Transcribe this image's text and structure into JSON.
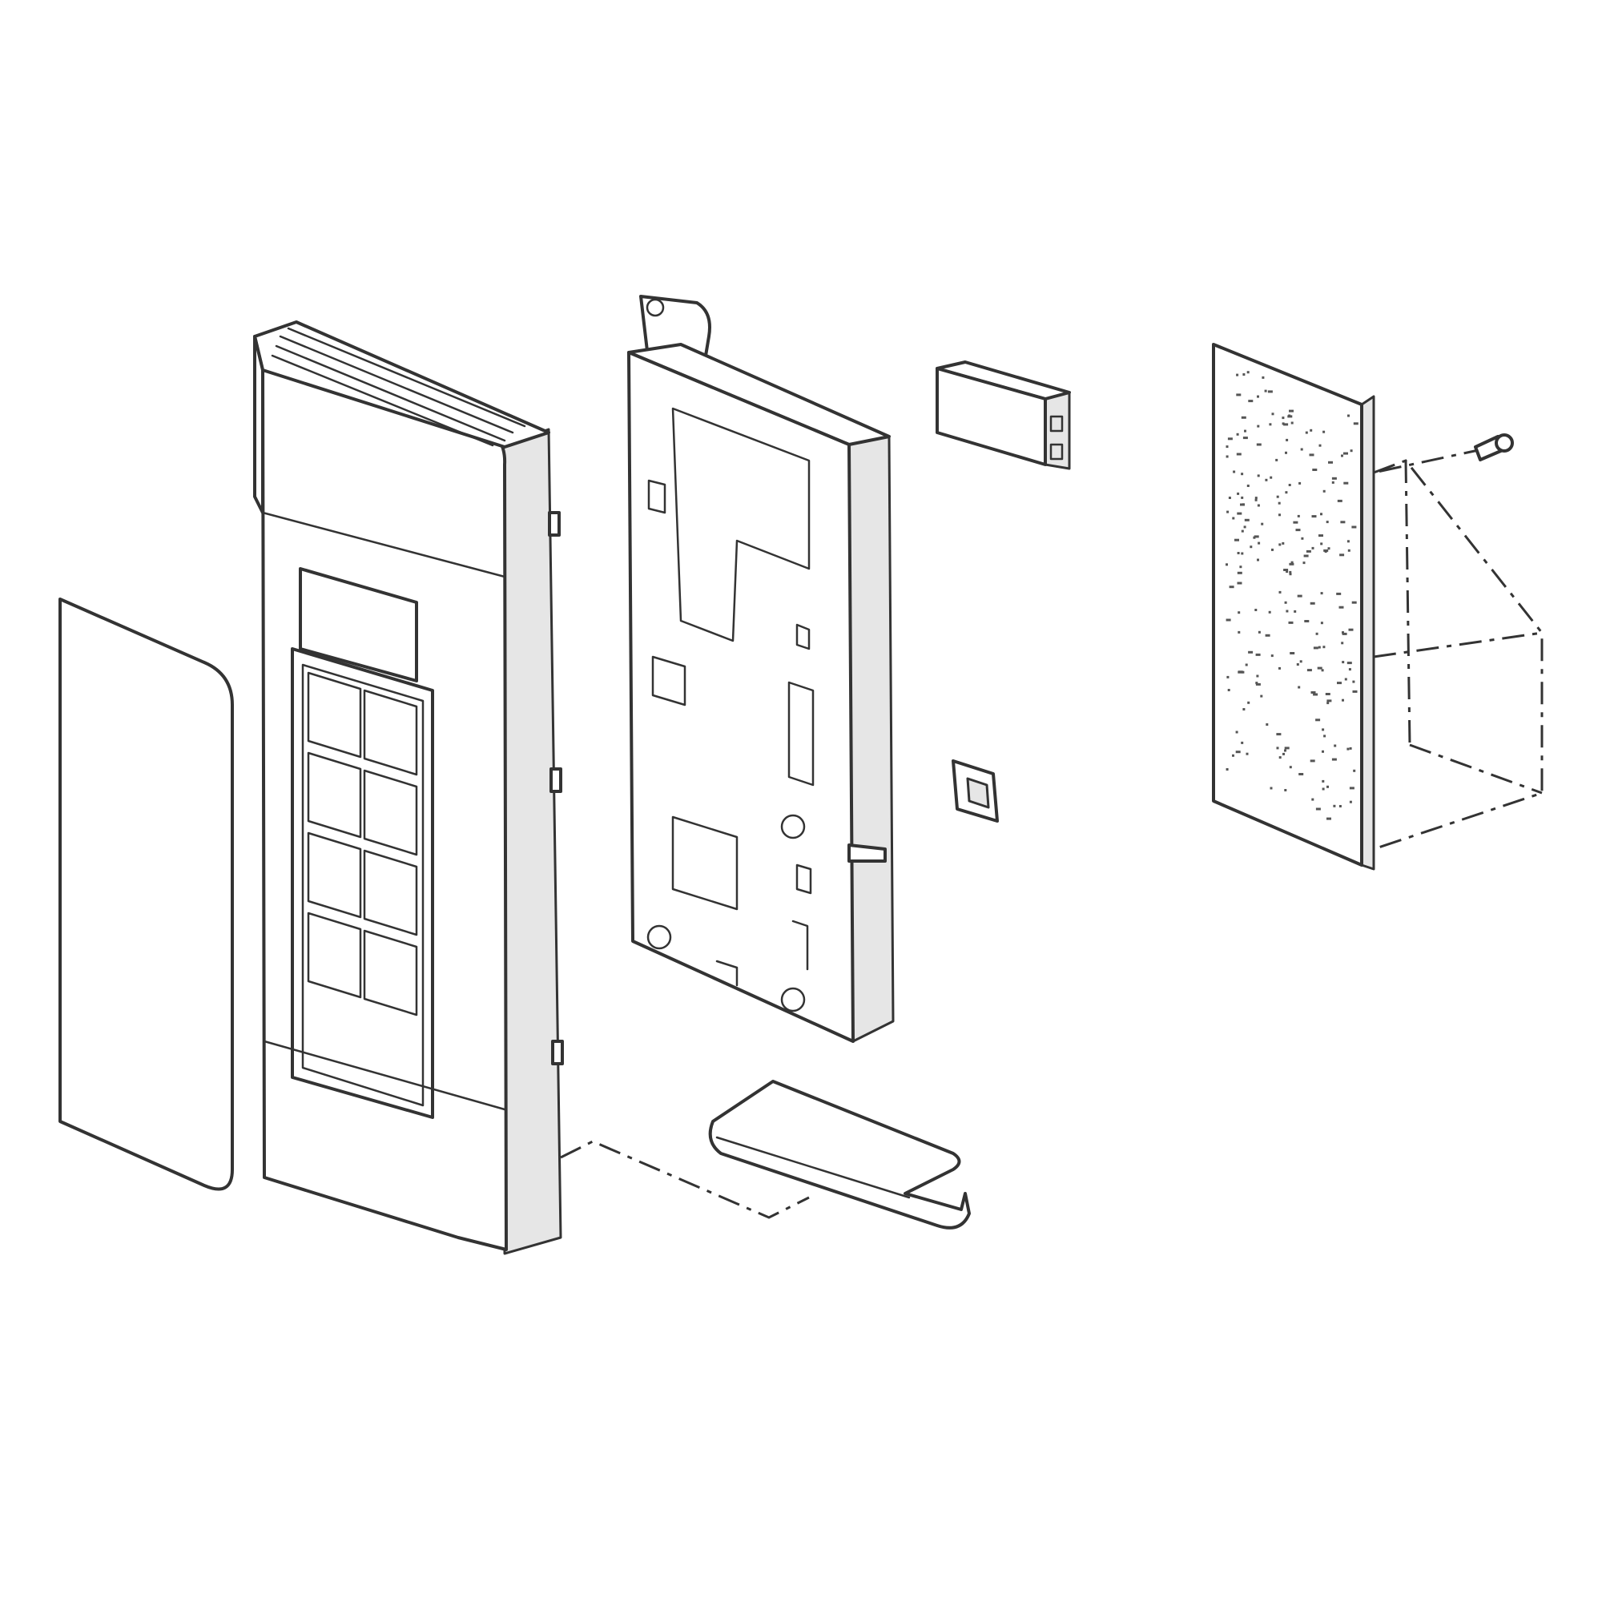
{
  "diagram": {
    "kind": "exploded-parts-view",
    "colors": {
      "line": "#333333",
      "background": "#ffffff",
      "shade": "#e6e6e6"
    },
    "parts": [
      {
        "id": "protective-film",
        "icon": "sheet"
      },
      {
        "id": "control-panel-frame",
        "icon": "panel-keypad"
      },
      {
        "id": "panel-bracket",
        "icon": "bracket-plate"
      },
      {
        "id": "display-module",
        "icon": "small-block"
      },
      {
        "id": "door-switch",
        "icon": "switch"
      },
      {
        "id": "control-board",
        "icon": "pcb"
      },
      {
        "id": "screw",
        "icon": "screw"
      },
      {
        "id": "spring-clip",
        "icon": "folded-clip"
      }
    ]
  }
}
